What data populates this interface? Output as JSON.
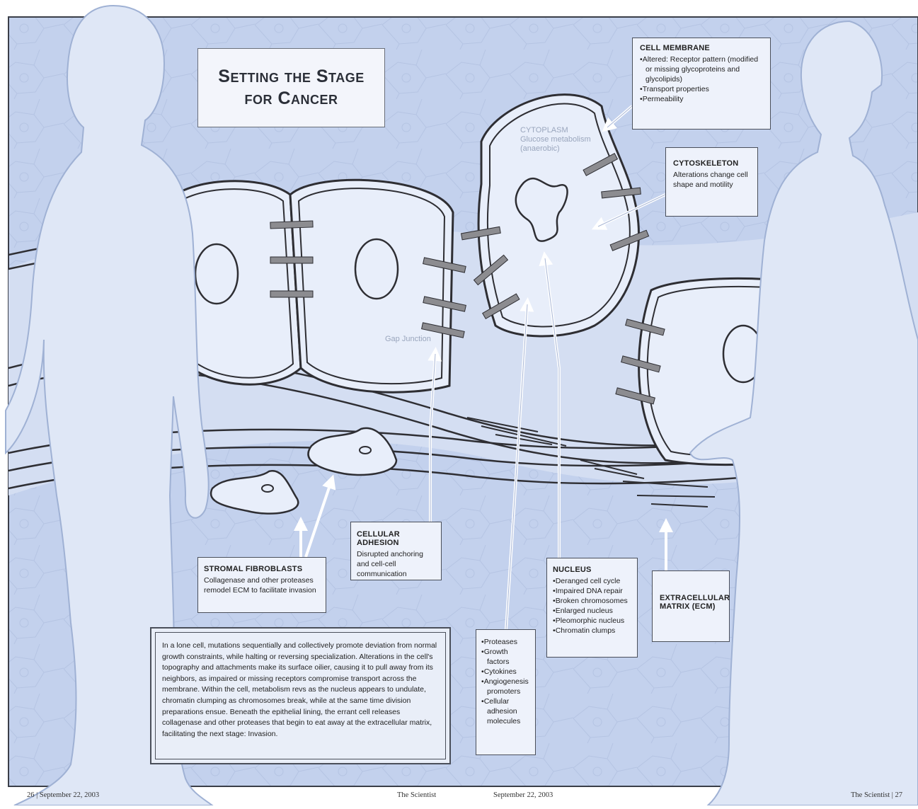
{
  "title": {
    "line1": "Setting the Stage",
    "line2": "for Cancer"
  },
  "labels": {
    "cytoplasm": "CYTOPLASM",
    "cytoplasm_detail_1": "Glucose metabolism",
    "cytoplasm_detail_2": "(anaerobic)",
    "gap_junction": "Gap Junction"
  },
  "cell_membrane": {
    "heading": "CELL MEMBRANE",
    "items": [
      "Altered: Receptor pattern (modified or missing glycoproteins and glycolipids)",
      "Transport properties",
      "Permeability"
    ]
  },
  "cytoskeleton": {
    "heading": "CYTOSKELETON",
    "text": "Alterations change cell shape and motility"
  },
  "cellular_adhesion": {
    "heading": "CELLULAR ADHESION",
    "text": "Disrupted anchoring and cell-cell communication"
  },
  "stromal_fibroblasts": {
    "heading": "STROMAL FIBROBLASTS",
    "text": "Collagenase and other proteases remodel ECM to facilitate invasion"
  },
  "nucleus": {
    "heading": "NUCLEUS",
    "items": [
      "Deranged cell cycle",
      "Impaired DNA repair",
      "Broken chromosomes",
      "Enlarged nucleus",
      "Pleomorphic nucleus",
      "Chromatin clumps"
    ]
  },
  "ecm": {
    "heading_line1": "EXTRACELLULAR",
    "heading_line2": "MATRIX (ECM)"
  },
  "proteases": {
    "items": [
      "Proteases",
      "Growth factors",
      "Cytokines",
      "Angiogenesis promoters",
      "Cellular adhesion molecules"
    ]
  },
  "paragraph": "In a lone cell, mutations sequentially and collectively promote deviation from normal growth constraints, while halting or reversing specialization. Alterations in the cell's topography and attachments make its surface oilier, causing it to pull away from its neighbors, as impaired or missing receptors compromise transport across the membrane. Within the cell, metabolism revs as the nucleus appears to undulate, chromatin clumping as chromosomes break, while at the same time division preparations ensue. Beneath the epithelial lining, the errant cell releases collagenase and other proteases that begin to eat away at the extracellular matrix, facilitating the next stage: Invasion.",
  "footer": {
    "left": "26 | September 22, 2003",
    "center_left": "The Scientist",
    "center_right": "September 22, 2003",
    "right": "The Scientist | 27"
  },
  "colors": {
    "background": "#c3d1ed",
    "cell_fill": "#e8eefa",
    "silhouette": "#dfe7f6",
    "outline": "#2e2e33",
    "junction": "#8c8c90",
    "arrow": "#ffffff"
  }
}
